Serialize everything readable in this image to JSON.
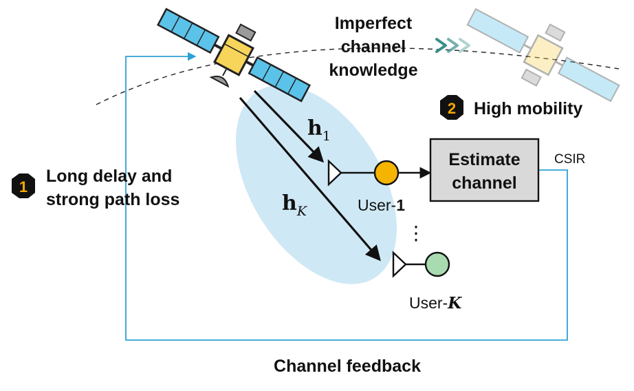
{
  "labels": {
    "imperfect_line1": "Imperfect",
    "imperfect_line2": "channel",
    "imperfect_line3": "knowledge",
    "high_mobility": "High mobility",
    "long_delay_line1": "Long delay and",
    "long_delay_line2": "strong path loss",
    "estimate_line1": "Estimate",
    "estimate_line2": "channel",
    "csir": "CSIR",
    "channel_feedback": "Channel feedback",
    "user1_prefix": "User-",
    "user1_index": "1",
    "userK_prefix": "User-",
    "userK_index": "K",
    "h1_base": "h",
    "h1_sub": "1",
    "hK_base": "h",
    "hK_sub": "K",
    "dots": "⋮"
  },
  "badges": {
    "badge1": "1",
    "badge2": "2"
  },
  "colors": {
    "feedback_line": "#2ea0d6",
    "beam": "#cfe8f5",
    "user1": "#f5b400",
    "userK": "#a8dbb0",
    "box_fill": "#d9d9d9",
    "badge_fill": "#111111",
    "badge_text": "#f5a800",
    "satellite_body": "#f7d45a",
    "satellite_panel": "#5bc3ea",
    "motion_arrows": "#3a8f8a"
  },
  "icons": {
    "satellite": "satellite-icon",
    "satellite_ghost": "satellite-ghost-icon",
    "antenna": "antenna-icon",
    "motion": "motion-chevrons-icon"
  }
}
